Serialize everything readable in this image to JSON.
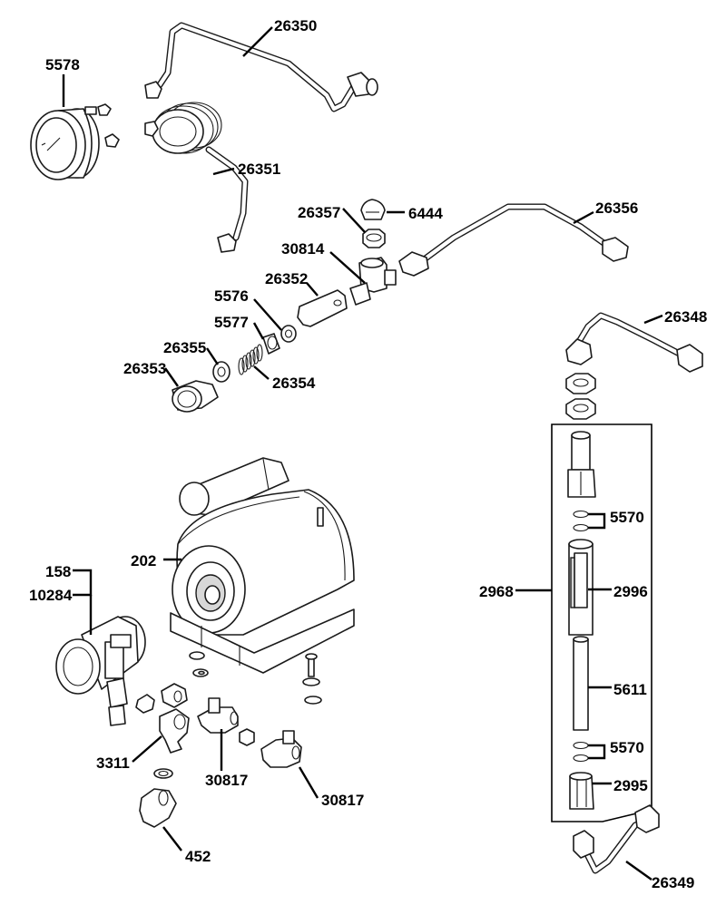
{
  "labels": {
    "p26350": "26350",
    "p5578": "5578",
    "p26351": "26351",
    "p26357": "26357",
    "p6444": "6444",
    "p26356": "26356",
    "p30814": "30814",
    "p26352": "26352",
    "p5576": "5576",
    "p5577": "5577",
    "p26355": "26355",
    "p26353": "26353",
    "p26354": "26354",
    "p26348": "26348",
    "p5570a": "5570",
    "p2968": "2968",
    "p2996": "2996",
    "p5611": "5611",
    "p5570b": "5570",
    "p2995": "2995",
    "p26349": "26349",
    "p202": "202",
    "p158": "158",
    "p10284": "10284",
    "p3311": "3311",
    "p30817a": "30817",
    "p30817b": "30817",
    "p452": "452"
  }
}
